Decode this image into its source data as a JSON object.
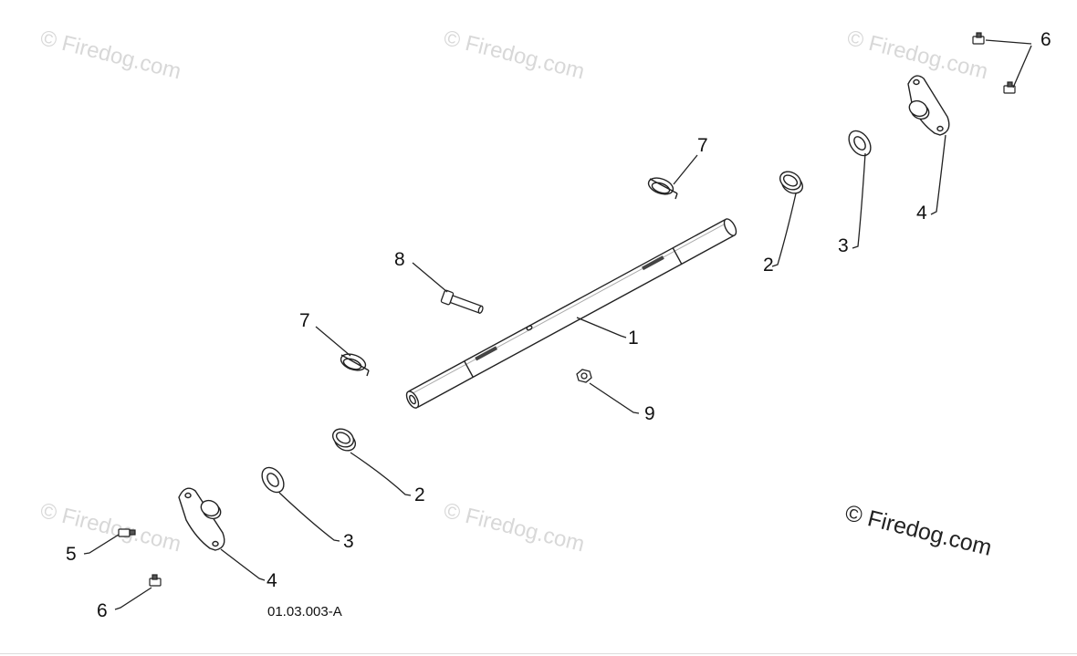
{
  "watermarks": {
    "faint": "© Firedog.com",
    "main": "© Firedog.com"
  },
  "diagram_code": "01.03.003-A",
  "callouts": {
    "c1": "1",
    "c2_right": "2",
    "c3_right": "3",
    "c4_right": "4",
    "c6_top": "6",
    "c7_top": "7",
    "c8": "8",
    "c7_left": "7",
    "c9": "9",
    "c2_left": "2",
    "c3_left": "3",
    "c4_left": "4",
    "c5": "5",
    "c6_bottom": "6"
  }
}
